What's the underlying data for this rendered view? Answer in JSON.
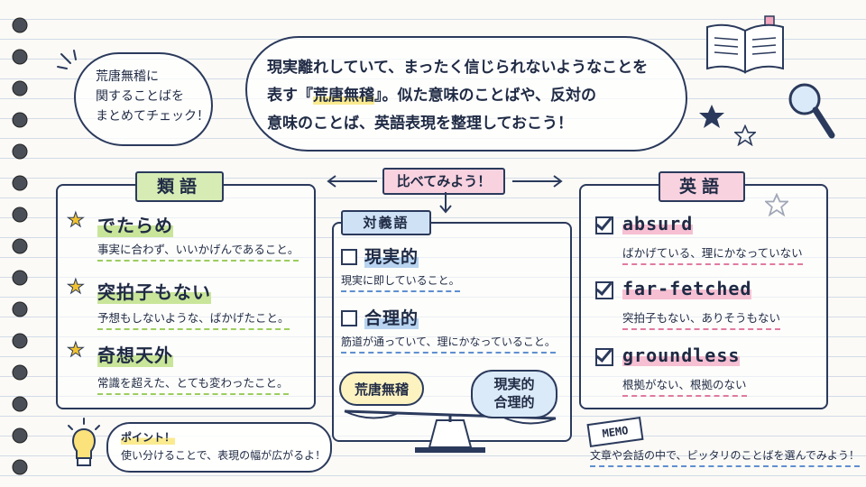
{
  "intro_cloud": {
    "lines": [
      "荒唐無稽に",
      "関することばを",
      "まとめてチェック！"
    ]
  },
  "main_cloud": {
    "line1": "現実離れしていて、まったく信じられないようなことを",
    "line2_pre": "表す『",
    "line2_key": "荒唐無稽",
    "line2_post": "』。似た意味のことばや、反対の",
    "line3": "意味のことば、英語表現を整理しておこう！"
  },
  "compare_label": "比べてみよう！",
  "synonyms": {
    "title": "類語",
    "items": [
      {
        "term": "でたらめ",
        "desc": "事実に合わず、いいかげんであること。"
      },
      {
        "term": "突拍子もない",
        "desc": "予想もしないような、ばかげたこと。"
      },
      {
        "term": "奇想天外",
        "desc": "常識を超えた、とても変わったこと。"
      }
    ]
  },
  "antonyms": {
    "title": "対義語",
    "items": [
      {
        "term": "現実的",
        "desc": "現実に即していること。"
      },
      {
        "term": "合理的",
        "desc": "筋道が通っていて、理にかなっていること。"
      }
    ],
    "scale_left": "荒唐無稽",
    "scale_right_1": "現実的",
    "scale_right_2": "合理的"
  },
  "english": {
    "title": "英語",
    "items": [
      {
        "term": "absurd",
        "desc": "ばかげている、理にかなっていない"
      },
      {
        "term": "far-fetched",
        "desc": "突拍子もない、ありそうもない"
      },
      {
        "term": "groundless",
        "desc": "根拠がない、根拠のない"
      }
    ]
  },
  "point": {
    "label": "ポイント！",
    "text": "使い分けることで、表現の幅が広がるよ！"
  },
  "memo": {
    "label": "MEMO",
    "text": "文章や会話の中で、ピッタリのことばを選んでみよう！"
  },
  "colors": {
    "ink": "#2b3a5c",
    "yellow": "#fbeb8f",
    "pink": "#f6bfd2",
    "green": "#c9e59a",
    "blue": "#b9d4f0"
  }
}
